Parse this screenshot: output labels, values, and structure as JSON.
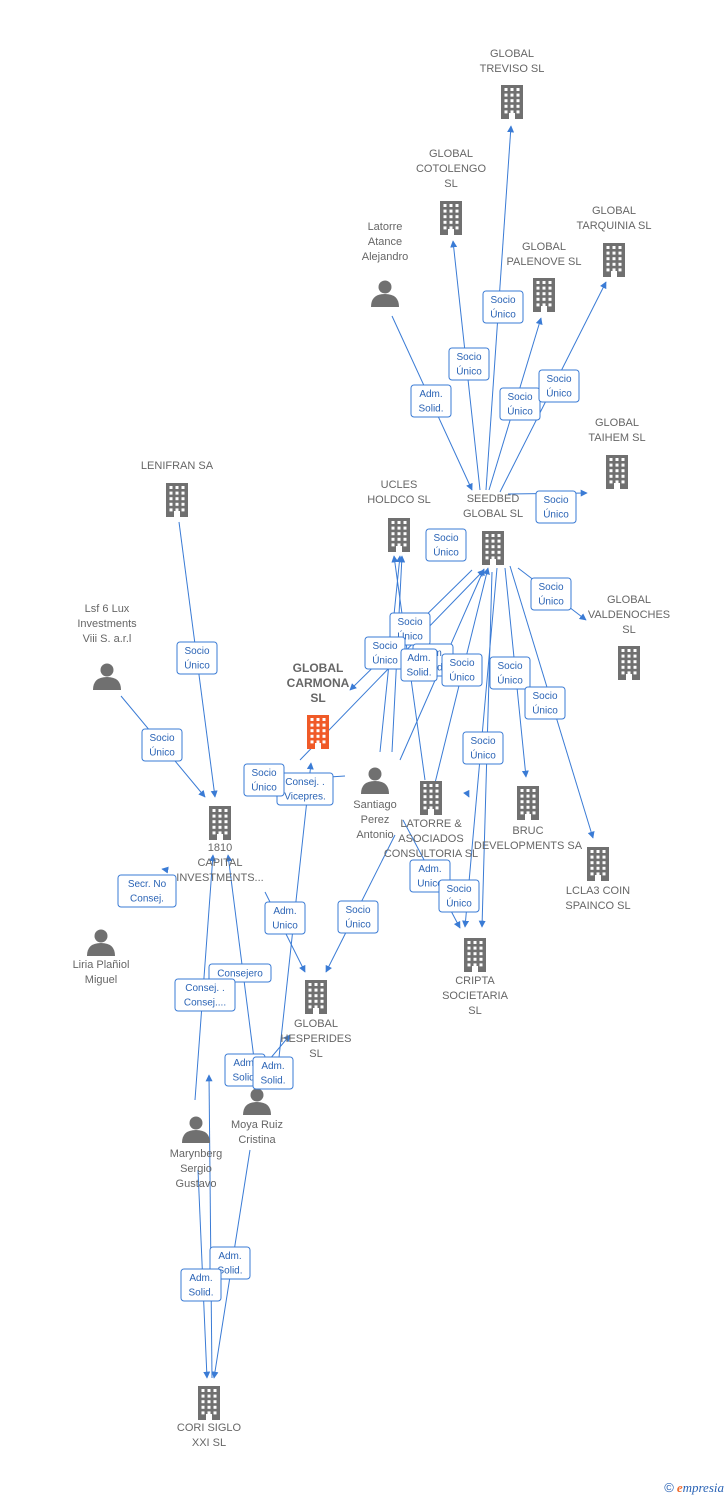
{
  "colors": {
    "edge": "#3a7bd5",
    "company": "#707070",
    "main": "#f05a28",
    "person": "#707070"
  },
  "nodes": [
    {
      "id": "treviso",
      "type": "company",
      "label": [
        "GLOBAL",
        "TREVISO  SL"
      ]
    },
    {
      "id": "cotolengo",
      "type": "company",
      "label": [
        "GLOBAL",
        "COTOLENGO",
        "SL"
      ]
    },
    {
      "id": "tarquinia",
      "type": "company",
      "label": [
        "GLOBAL",
        "TARQUINIA  SL"
      ]
    },
    {
      "id": "palenove",
      "type": "company",
      "label": [
        "GLOBAL",
        "PALENOVE  SL"
      ]
    },
    {
      "id": "latorreaa",
      "type": "person",
      "label": [
        "Latorre",
        "Atance",
        "Alejandro"
      ]
    },
    {
      "id": "taihem",
      "type": "company",
      "label": [
        "GLOBAL",
        "TAIHEM SL"
      ]
    },
    {
      "id": "lenifran",
      "type": "company",
      "label": [
        "LENIFRAN SA"
      ]
    },
    {
      "id": "ucles",
      "type": "company",
      "label": [
        "UCLES",
        "HOLDCO  SL"
      ]
    },
    {
      "id": "seedbed",
      "type": "company",
      "label": [
        "SEEDBED",
        "GLOBAL  SL"
      ]
    },
    {
      "id": "valdenoches",
      "type": "company",
      "label": [
        "GLOBAL",
        "VALDENOCHES",
        "SL"
      ]
    },
    {
      "id": "lsf6",
      "type": "person",
      "label": [
        "Lsf 6 Lux",
        "Investments",
        "Viii S. a.r.l"
      ]
    },
    {
      "id": "carmona",
      "type": "main",
      "label": [
        "GLOBAL",
        "CARMONA",
        "SL"
      ]
    },
    {
      "id": "santiago",
      "type": "person",
      "label": [
        "Santiago",
        "Perez",
        "Antonio"
      ]
    },
    {
      "id": "latorreac",
      "type": "company",
      "label": [
        "LATORRE &",
        "ASOCIADOS",
        "CONSULTORIA SL"
      ]
    },
    {
      "id": "bruc",
      "type": "company",
      "label": [
        "BRUC",
        "DEVELOPMENTS SA"
      ]
    },
    {
      "id": "lcla3",
      "type": "company",
      "label": [
        "LCLA3 COIN",
        "SPAINCO  SL"
      ]
    },
    {
      "id": "capital1810",
      "type": "company",
      "label": [
        "1810",
        "CAPITAL",
        "INVESTMENTS..."
      ]
    },
    {
      "id": "liria",
      "type": "person",
      "label": [
        "Liria Plañiol",
        "Miguel"
      ]
    },
    {
      "id": "cripta",
      "type": "company",
      "label": [
        "CRIPTA",
        "SOCIETARIA",
        "SL"
      ]
    },
    {
      "id": "hesperides",
      "type": "company",
      "label": [
        "GLOBAL",
        "HESPERIDES",
        "SL"
      ]
    },
    {
      "id": "moya",
      "type": "person",
      "label": [
        "Moya Ruiz",
        "Cristina"
      ]
    },
    {
      "id": "marynberg",
      "type": "person",
      "label": [
        "Marynberg",
        "Sergio",
        "Gustavo"
      ]
    },
    {
      "id": "cori",
      "type": "company",
      "label": [
        "CORI SIGLO",
        "XXI SL"
      ]
    }
  ],
  "badges": [
    {
      "id": "b1",
      "lines": [
        "Socio",
        "Único"
      ]
    },
    {
      "id": "b2",
      "lines": [
        "Socio",
        "Único"
      ]
    },
    {
      "id": "b3",
      "lines": [
        "Adm.",
        "Solid."
      ]
    },
    {
      "id": "b4",
      "lines": [
        "Socio",
        "Único"
      ]
    },
    {
      "id": "b5",
      "lines": [
        "Socio",
        "Único"
      ]
    },
    {
      "id": "b6",
      "lines": [
        "Socio",
        "Único"
      ]
    },
    {
      "id": "b7",
      "lines": [
        "Socio",
        "Único"
      ]
    },
    {
      "id": "b8",
      "lines": [
        "Socio",
        "Único"
      ]
    },
    {
      "id": "b9",
      "lines": [
        "Socio",
        "Único"
      ]
    },
    {
      "id": "b10",
      "lines": [
        "Socio",
        "Único"
      ]
    },
    {
      "id": "b11",
      "lines": [
        "Adm.",
        "Solid."
      ]
    },
    {
      "id": "b12",
      "lines": [
        "Adm.",
        "Solid."
      ]
    },
    {
      "id": "b13",
      "lines": [
        "Socio",
        "Único"
      ]
    },
    {
      "id": "b14",
      "lines": [
        "Socio",
        "Único"
      ]
    },
    {
      "id": "b15",
      "lines": [
        "Socio",
        "Único"
      ]
    },
    {
      "id": "b16",
      "lines": [
        "Socio",
        "Único"
      ]
    },
    {
      "id": "b17",
      "lines": [
        "Socio",
        "Único"
      ]
    },
    {
      "id": "b18",
      "lines": [
        "Socio",
        "Único"
      ]
    },
    {
      "id": "b19",
      "lines": [
        "Consej. .",
        "Vicepres."
      ]
    },
    {
      "id": "b20",
      "lines": [
        "Socio",
        "Único"
      ]
    },
    {
      "id": "b21",
      "lines": [
        "Secr.  No",
        "Consej."
      ]
    },
    {
      "id": "b22",
      "lines": [
        "Adm.",
        "Unico"
      ]
    },
    {
      "id": "b23",
      "lines": [
        "Socio",
        "Único"
      ]
    },
    {
      "id": "b24",
      "lines": [
        "Adm.",
        "Unico"
      ]
    },
    {
      "id": "b25",
      "lines": [
        "Socio",
        "Único"
      ]
    },
    {
      "id": "b26",
      "lines": [
        "Consejero"
      ]
    },
    {
      "id": "b27",
      "lines": [
        "Consej. .",
        "Consej...."
      ]
    },
    {
      "id": "b28",
      "lines": [
        "Adm.",
        "Solid."
      ]
    },
    {
      "id": "b29",
      "lines": [
        "Adm.",
        "Solid."
      ]
    },
    {
      "id": "b30",
      "lines": [
        "Adm.",
        "Solid."
      ]
    },
    {
      "id": "b31",
      "lines": [
        "Adm.",
        "Solid."
      ]
    }
  ],
  "footer": {
    "copyright": "©",
    "brand_initial": "e",
    "brand_rest": "mpresia"
  }
}
